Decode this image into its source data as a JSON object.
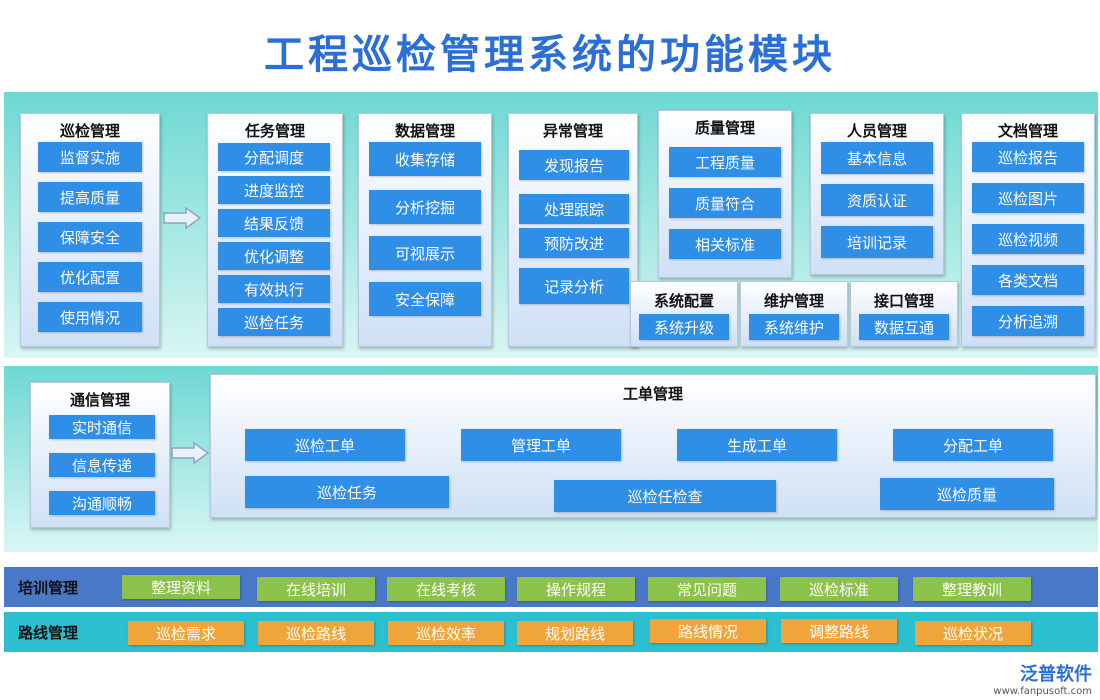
{
  "title": "工程巡检管理系统的功能模块",
  "top_modules": [
    {
      "title": "巡检管理",
      "items": [
        "监督实施",
        "提高质量",
        "保障安全",
        "优化配置",
        "使用情况"
      ]
    },
    {
      "title": "任务管理",
      "items": [
        "分配调度",
        "进度监控",
        "结果反馈",
        "优化调整",
        "有效执行",
        "巡检任务"
      ]
    },
    {
      "title": "数据管理",
      "items": [
        "收集存储",
        "分析挖掘",
        "可视展示",
        "安全保障"
      ]
    },
    {
      "title": "异常管理",
      "items": [
        "发现报告",
        "处理跟踪",
        "预防改进",
        "记录分析"
      ]
    },
    {
      "title": "质量管理",
      "items": [
        "工程质量",
        "质量符合",
        "相关标准"
      ]
    },
    {
      "title": "人员管理",
      "items": [
        "基本信息",
        "资质认证",
        "培训记录"
      ]
    },
    {
      "title": "文档管理",
      "items": [
        "巡检报告",
        "巡检图片",
        "巡检视频",
        "各类文档",
        "分析追溯"
      ]
    }
  ],
  "small_modules": [
    {
      "title": "系统配置",
      "item": "系统升级"
    },
    {
      "title": "维护管理",
      "item": "系统维护"
    },
    {
      "title": "接口管理",
      "item": "数据互通"
    }
  ],
  "comm": {
    "title": "通信管理",
    "items": [
      "实时通信",
      "信息传递",
      "沟通顺畅"
    ]
  },
  "workorder": {
    "title": "工单管理",
    "row1": [
      "巡检工单",
      "管理工单",
      "生成工单",
      "分配工单"
    ],
    "row2": [
      "巡检任务",
      "巡检任检查",
      "巡检质量"
    ]
  },
  "training": {
    "label": "培训管理",
    "items": [
      "整理资料",
      "在线培训",
      "在线考核",
      "操作规程",
      "常见问题",
      "巡检标准",
      "整理教训"
    ]
  },
  "route": {
    "label": "路线管理",
    "items": [
      "巡检需求",
      "巡检路线",
      "巡检效率",
      "规划路线",
      "路线情况",
      "调整路线",
      "巡检状况"
    ]
  },
  "logo": {
    "name": "泛普软件",
    "url": "www.fanpusoft.com"
  },
  "colors": {
    "title": "#2a6fd6",
    "item_blue": "#2f8ee6",
    "training_bar": "#4a78c8",
    "route_bar": "#2bbfd0",
    "green_pill": "#8bc34a",
    "orange_pill": "#f0a53b"
  }
}
